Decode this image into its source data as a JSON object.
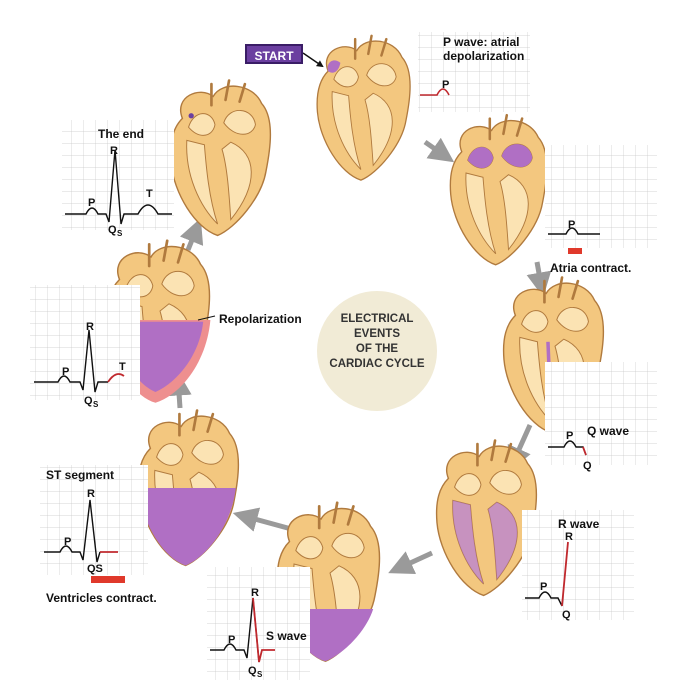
{
  "start": "START",
  "center": {
    "line1": "ELECTRICAL",
    "line2": "EVENTS",
    "line3": "OF THE",
    "line4": "CARDIAC CYCLE"
  },
  "repolarization": "Repolarization",
  "p_wave_label": {
    "line1": "P wave: atrial",
    "line2": "depolarization"
  },
  "atria_contract": "Atria contract.",
  "q_wave": "Q wave",
  "r_wave": "R wave",
  "s_wave": "S wave",
  "st_segment": "ST segment",
  "ventricles_contract": "Ventricles contract.",
  "the_end": "The end",
  "ecg_letters": {
    "P": "P",
    "Q": "Q",
    "R": "R",
    "S": "S",
    "T": "T",
    "QS": "QS"
  },
  "colors": {
    "heart": "#f3c77f",
    "heart_edge": "#b07a3e",
    "depolarized": "#b06fc4",
    "repolarizing": "#ee8f8f",
    "start_button": "#6b3fa0",
    "center_circle": "#f1ebd6",
    "arrow": "#9a9a9a",
    "trace_active": "#c0292e",
    "contraction_bar": "#e0392b"
  }
}
